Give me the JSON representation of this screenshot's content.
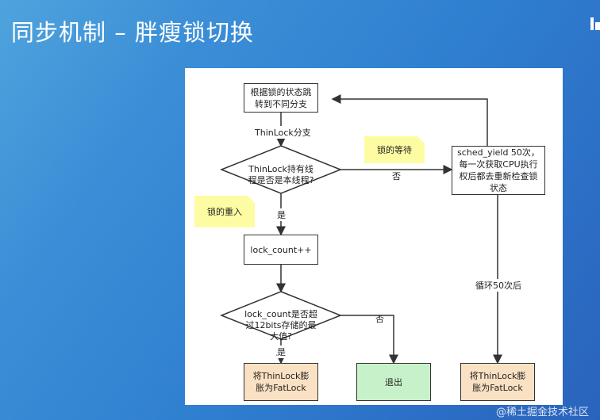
{
  "slide": {
    "title": "同步机制 – 胖瘦锁切换",
    "watermark": "@稀土掘金技术社区"
  },
  "diagram": {
    "start_box": "根据锁的状态跳转到不同分支",
    "thin_branch_label": "ThinLock分支",
    "owner_check": "ThinLock持有线程是否是本线程?",
    "no_label_1": "否",
    "yes_label_1": "是",
    "wait_note": "锁的等待",
    "reentry_note": "锁的重入",
    "sched_box": "sched_yield 50次，每一次获取CPU执行权后都去重新检查锁状态",
    "lock_count_box": "lock_count++",
    "loop_label": "循环50次后",
    "overflow_check": "lock_count是否超过12bits存储的最大值?",
    "no_label_2": "否",
    "yes_label_2": "是",
    "inflate_box_left": "将ThinLock膨胀为FatLock",
    "exit_box": "退出",
    "inflate_box_right": "将ThinLock膨胀为FatLock"
  },
  "colors": {
    "inflate_fill": "#fbe1c3",
    "exit_fill": "#c7f2c9",
    "note_fill": "#fdfca3"
  }
}
